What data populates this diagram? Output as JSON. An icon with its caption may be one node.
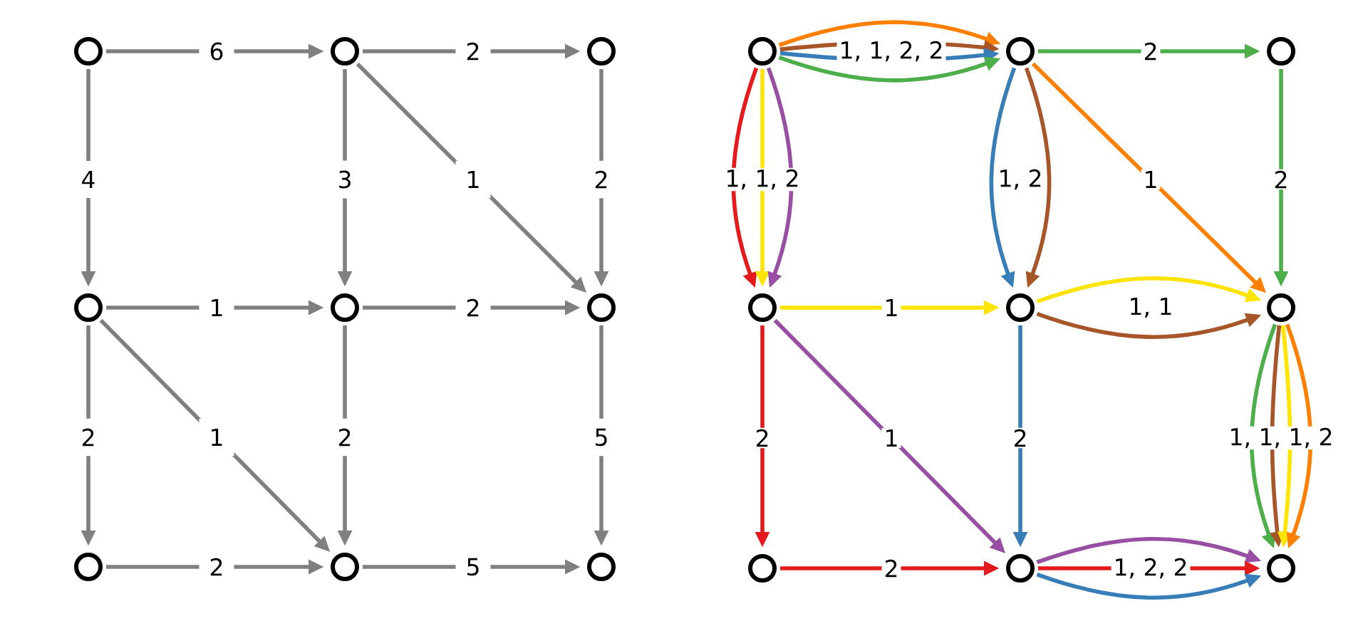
{
  "diagram": {
    "nodes": [
      {
        "text": [],
        "shape": "circle"
      },
      {
        "text": [],
        "shape": "circle"
      },
      {
        "text": [],
        "shape": "circle"
      },
      {
        "text": [],
        "shape": "circle"
      },
      {
        "text": [],
        "shape": "circle"
      },
      {
        "text": [],
        "shape": "circle"
      },
      {
        "text": [],
        "shape": "circle"
      },
      {
        "text": [],
        "shape": "circle"
      },
      {
        "text": [],
        "shape": "circle"
      },
      {
        "text": [],
        "shape": "circle"
      },
      {
        "text": [],
        "shape": "circle"
      },
      {
        "text": [],
        "shape": "circle"
      },
      {
        "text": [],
        "shape": "circle"
      },
      {
        "text": [],
        "shape": "circle"
      },
      {
        "text": [],
        "shape": "circle"
      },
      {
        "text": [],
        "shape": "circle"
      },
      {
        "text": [],
        "shape": "circle"
      },
      {
        "text": [],
        "shape": "circle"
      }
    ],
    "edges": [
      {
        "from": 0,
        "to": 1,
        "arrow": "to",
        "label": "6",
        "color": "#808080"
      },
      {
        "from": 1,
        "to": 2,
        "arrow": "to",
        "label": "2",
        "color": "#808080"
      },
      {
        "from": 0,
        "to": 3,
        "arrow": "to",
        "label": "4",
        "color": "#808080"
      },
      {
        "from": 1,
        "to": 4,
        "arrow": "to",
        "label": "3",
        "color": "#808080"
      },
      {
        "from": 1,
        "to": 5,
        "arrow": "to",
        "label": "1",
        "color": "#808080"
      },
      {
        "from": 2,
        "to": 5,
        "arrow": "to",
        "label": "2",
        "color": "#808080"
      },
      {
        "from": 3,
        "to": 4,
        "arrow": "to",
        "label": "1",
        "color": "#808080"
      },
      {
        "from": 4,
        "to": 5,
        "arrow": "to",
        "label": "2",
        "color": "#808080"
      },
      {
        "from": 3,
        "to": 6,
        "arrow": "to",
        "label": "2",
        "color": "#808080"
      },
      {
        "from": 3,
        "to": 7,
        "arrow": "to",
        "label": "1",
        "color": "#808080"
      },
      {
        "from": 4,
        "to": 7,
        "arrow": "to",
        "label": "2",
        "color": "#808080"
      },
      {
        "from": 5,
        "to": 8,
        "arrow": "to",
        "label": "5",
        "color": "#808080"
      },
      {
        "from": 6,
        "to": 7,
        "arrow": "to",
        "label": "2",
        "color": "#808080"
      },
      {
        "from": 7,
        "to": 8,
        "arrow": "to",
        "label": "5",
        "color": "#808080"
      },
      {
        "from": 9,
        "to": 10,
        "arrow": "to",
        "color": "#ff7f00"
      },
      {
        "from": 9,
        "to": 10,
        "arrow": "to",
        "label": "1, 1, 2, 2",
        "color": "#a65628"
      },
      {
        "from": 9,
        "to": 10,
        "arrow": "to",
        "color": "#377eb8"
      },
      {
        "from": 9,
        "to": 10,
        "arrow": "to",
        "color": "#4daf4a"
      },
      {
        "from": 10,
        "to": 11,
        "arrow": "to",
        "label": "2",
        "color": "#4daf4a"
      },
      {
        "from": 9,
        "to": 12,
        "arrow": "to",
        "color": "#e41a1c"
      },
      {
        "from": 9,
        "to": 12,
        "arrow": "to",
        "label": "1, 1, 2",
        "color": "#ffe400"
      },
      {
        "from": 9,
        "to": 12,
        "arrow": "to",
        "color": "#984ea3"
      },
      {
        "from": 10,
        "to": 13,
        "arrow": "to",
        "label": "1, 2",
        "color": "#377eb8"
      },
      {
        "from": 10,
        "to": 13,
        "arrow": "to",
        "color": "#a65628"
      },
      {
        "from": 10,
        "to": 14,
        "arrow": "to",
        "label": "1",
        "color": "#ff7f00"
      },
      {
        "from": 11,
        "to": 14,
        "arrow": "to",
        "label": "2",
        "color": "#4daf4a"
      },
      {
        "from": 12,
        "to": 13,
        "arrow": "to",
        "label": "1",
        "color": "#ffe400"
      },
      {
        "from": 13,
        "to": 14,
        "arrow": "to",
        "label": "1, 1",
        "color": "#ffe400"
      },
      {
        "from": 13,
        "to": 14,
        "arrow": "to",
        "color": "#a65628"
      },
      {
        "from": 12,
        "to": 15,
        "arrow": "to",
        "label": "2",
        "color": "#e41a1c"
      },
      {
        "from": 12,
        "to": 16,
        "arrow": "to",
        "label": "1",
        "color": "#984ea3"
      },
      {
        "from": 13,
        "to": 16,
        "arrow": "to",
        "label": "2",
        "color": "#377eb8"
      },
      {
        "from": 14,
        "to": 17,
        "arrow": "to",
        "color": "#4daf4a"
      },
      {
        "from": 14,
        "to": 17,
        "arrow": "to",
        "label": "1, 1, 1, 2",
        "color": "#a65628"
      },
      {
        "from": 14,
        "to": 17,
        "arrow": "to",
        "color": "#ffe400"
      },
      {
        "from": 14,
        "to": 17,
        "arrow": "to",
        "color": "#ff7f00"
      },
      {
        "from": 15,
        "to": 16,
        "arrow": "to",
        "label": "2",
        "color": "#e41a1c"
      },
      {
        "from": 16,
        "to": 17,
        "arrow": "to",
        "color": "#984ea3"
      },
      {
        "from": 16,
        "to": 17,
        "arrow": "to",
        "label": "1, 2, 2",
        "color": "#e41a1c"
      },
      {
        "from": 16,
        "to": 17,
        "arrow": "to",
        "color": "#377eb8"
      }
    ]
  }
}
